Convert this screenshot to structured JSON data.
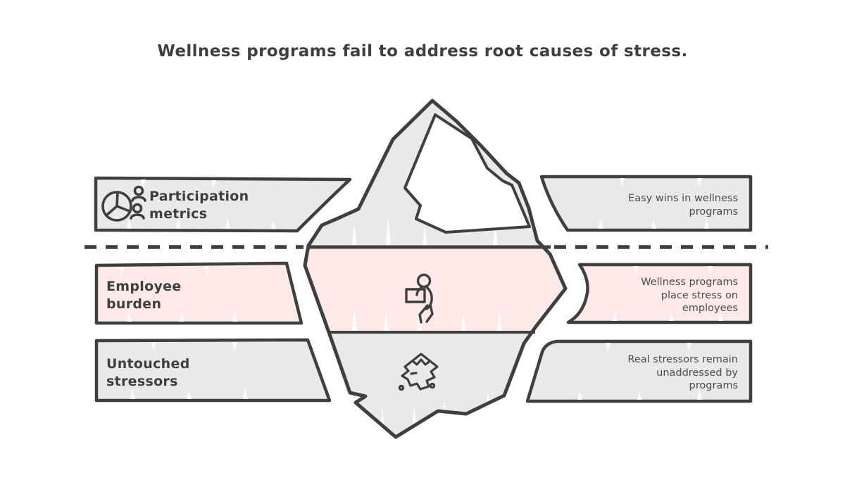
{
  "title": "Wellness programs fail to address root causes of stress.",
  "colors": {
    "ink": "#3f3f3f",
    "gray_fill": "#e9e9e9",
    "pink_fill": "#fdeae8",
    "muted_text": "#4c4c4c",
    "background": "#ffffff"
  },
  "diagram_type": "iceberg",
  "sections": {
    "above_water": {
      "label": "Participation\nmetrics",
      "annotation": "Easy wins in wellness\nprograms",
      "icon": "pie-chart-people-icon",
      "tone": "gray"
    },
    "at_waterline": {
      "label": "Employee\nburden",
      "annotation": "Wellness programs\nplace stress on\nemployees",
      "icon": "person-carrying-box-icon",
      "tone": "pink"
    },
    "below_water": {
      "label": "Untouched\nstressors",
      "annotation": "Real stressors remain\nunaddressed by\nprograms",
      "icon": "mini-iceberg-icon",
      "tone": "gray"
    }
  }
}
